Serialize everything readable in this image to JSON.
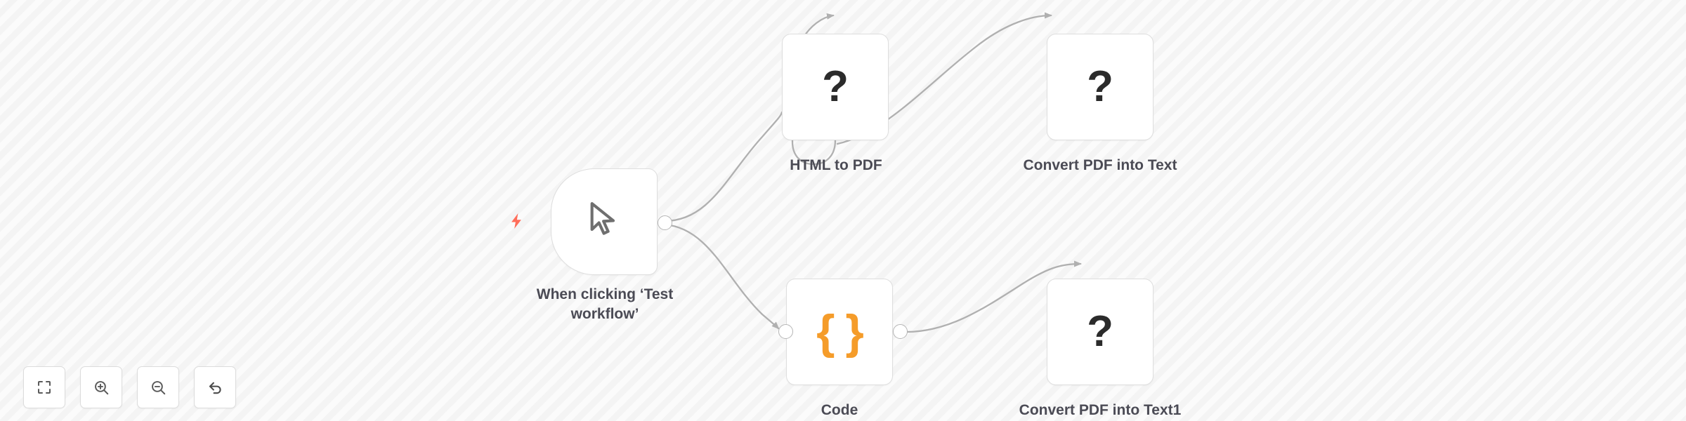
{
  "canvas": {
    "background_color": "#fbfbfb",
    "stripe_color": "#f4f4f4"
  },
  "colors": {
    "node_border": "#dedede",
    "node_fill": "#ffffff",
    "edge": "#b0b0b0",
    "code_accent": "#f59c2a",
    "trigger_bolt": "#ff6d5a",
    "caption_text": "#4b4b55",
    "glyph_text": "#2b2b2b"
  },
  "nodes": [
    {
      "id": "trigger",
      "caption": "When clicking ‘Test\nworkflow’",
      "icon": "mouse-cursor-icon",
      "glyph": "",
      "shape": "trigger",
      "badge": "lightning-bolt-icon"
    },
    {
      "id": "html-to-pdf",
      "caption": "HTML to PDF",
      "icon": "question-mark-icon",
      "glyph": "?",
      "shape": "square",
      "badge": ""
    },
    {
      "id": "convert-pdf-into-text",
      "caption": "Convert PDF into Text",
      "icon": "question-mark-icon",
      "glyph": "?",
      "shape": "square",
      "badge": ""
    },
    {
      "id": "code",
      "caption": "Code",
      "icon": "curly-braces-icon",
      "glyph": "{ }",
      "shape": "square",
      "badge": ""
    },
    {
      "id": "convert-pdf-into-text1",
      "caption": "Convert PDF into Text1",
      "icon": "question-mark-icon",
      "glyph": "?",
      "shape": "square",
      "badge": ""
    }
  ],
  "connections": [
    {
      "from": "trigger",
      "to": "html-to-pdf"
    },
    {
      "from": "trigger",
      "to": "code"
    },
    {
      "from": "html-to-pdf",
      "to": "convert-pdf-into-text"
    },
    {
      "from": "html-to-pdf",
      "to": "html-to-pdf"
    },
    {
      "from": "code",
      "to": "convert-pdf-into-text1"
    }
  ],
  "toolbar": {
    "buttons": [
      {
        "id": "fit-to-view",
        "icon": "fit-screen-icon",
        "label": "Fit to view"
      },
      {
        "id": "zoom-in",
        "icon": "zoom-in-icon",
        "label": "Zoom in"
      },
      {
        "id": "zoom-out",
        "icon": "zoom-out-icon",
        "label": "Zoom out"
      },
      {
        "id": "reset-zoom",
        "icon": "undo-arrow-icon",
        "label": "Reset zoom"
      }
    ]
  }
}
